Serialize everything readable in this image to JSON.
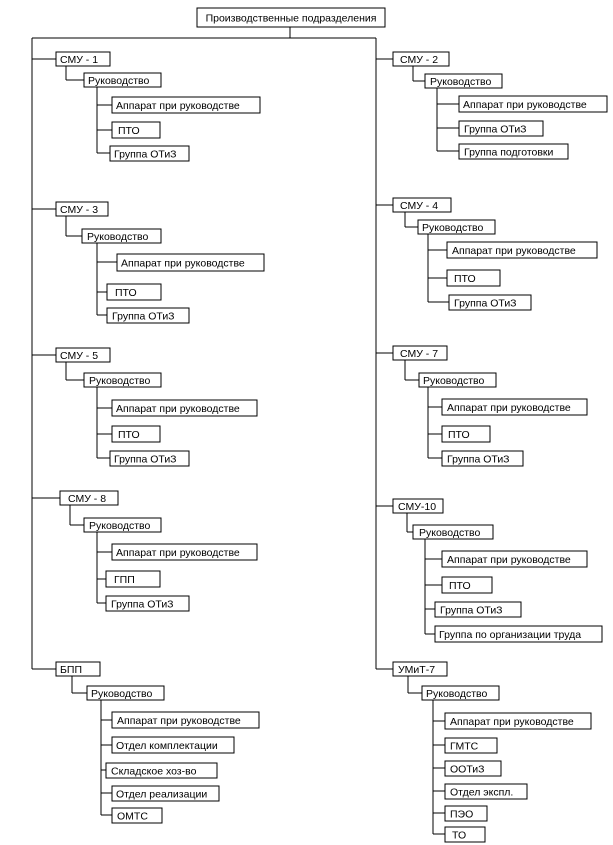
{
  "root": "Производственные подразделения",
  "left": [
    {
      "name": "СМУ - 1",
      "head": "Руководство",
      "units": [
        "Аппарат при руководстве",
        "ПТО",
        "Группа ОТиЗ"
      ]
    },
    {
      "name": "СМУ - 3",
      "head": "Руководство",
      "units": [
        "Аппарат при руководстве",
        "ПТО",
        "Группа ОТиЗ"
      ]
    },
    {
      "name": "СМУ - 5",
      "head": "Руководство",
      "units": [
        "Аппарат при руководстве",
        "ПТО",
        "Группа ОТиЗ"
      ]
    },
    {
      "name": "СМУ - 8",
      "head": "Руководство",
      "units": [
        "Аппарат при руководстве",
        "ГПП",
        "Группа ОТиЗ"
      ]
    },
    {
      "name": "БПП",
      "head": "Руководство",
      "units": [
        "Аппарат при руководстве",
        "Отдел комплектации",
        "Складское хоз-во",
        "Отдел реализации",
        "ОМТС"
      ]
    }
  ],
  "right": [
    {
      "name": "СМУ - 2",
      "head": "Руководство",
      "units": [
        "Аппарат при руководстве",
        "Группа ОТиЗ",
        "Группа подготовки"
      ]
    },
    {
      "name": "СМУ - 4",
      "head": "Руководство",
      "units": [
        "Аппарат при руководстве",
        "ПТО",
        "Группа ОТиЗ"
      ]
    },
    {
      "name": "СМУ - 7",
      "head": "Руководство",
      "units": [
        "Аппарат при руководстве",
        "ПТО",
        "Группа ОТиЗ"
      ]
    },
    {
      "name": "СМУ-10",
      "head": "Руководство",
      "units": [
        "Аппарат при руководстве",
        "ПТО",
        "Группа ОТиЗ",
        "Группа по организации труда"
      ]
    },
    {
      "name": "УМиТ-7",
      "head": "Руководство",
      "units": [
        "Аппарат при руководстве",
        "ГМТС",
        "ООТиЗ",
        "Отдел экспл.",
        "ПЭО",
        "ТО"
      ]
    }
  ]
}
